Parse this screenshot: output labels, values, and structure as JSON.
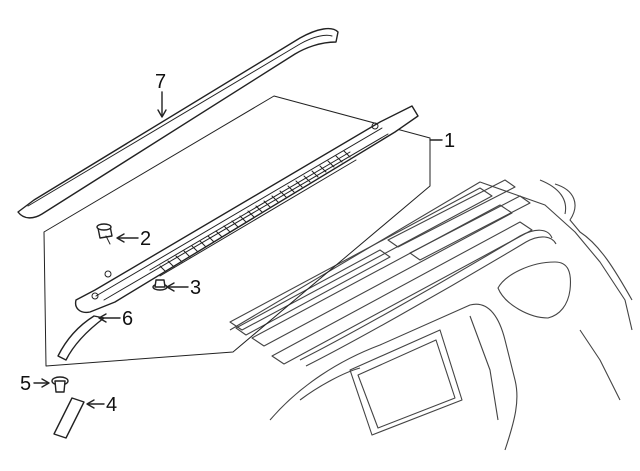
{
  "callouts": {
    "c1": "1",
    "c2": "2",
    "c3": "3",
    "c4": "4",
    "c5": "5",
    "c6": "6",
    "c7": "7"
  },
  "parts": [
    {
      "number": "7",
      "name": "roof-rail-cover"
    },
    {
      "number": "1",
      "name": "roof-rail-assembly"
    },
    {
      "number": "2",
      "name": "bolt"
    },
    {
      "number": "3",
      "name": "nut"
    },
    {
      "number": "6",
      "name": "end-cap"
    },
    {
      "number": "5",
      "name": "bolt"
    },
    {
      "number": "4",
      "name": "seal"
    }
  ]
}
